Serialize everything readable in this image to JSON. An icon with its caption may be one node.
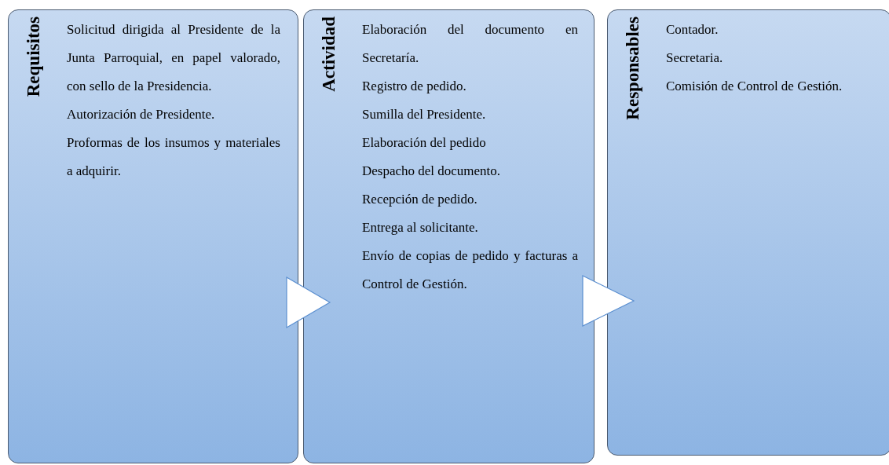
{
  "diagram": {
    "nodes": [
      {
        "text": [
          "Requisitos",
          "Solicitud dirigida al Presidente de la Junta Parroquial, en papel valorado, con sello de la Presidencia.",
          "Autorización de Presidente.",
          "Proformas de los insumos y materiales a adquirir."
        ]
      },
      {
        "text": [
          "Actividad",
          "Elaboración del documento en Secretaría.",
          "Registro de pedido.",
          "Sumilla del Presidente.",
          "Elaboración del pedido",
          "Despacho del documento.",
          "Recepción de pedido.",
          "Entrega al solicitante.",
          "Envío de copias de pedido y facturas a Control de Gestión."
        ]
      },
      {
        "text": [
          "Responsables",
          "Contador.",
          "Secretaria.",
          "Comisión de Control de Gestión."
        ]
      }
    ],
    "edges": [
      {
        "from": 0,
        "to": 1,
        "arrow": "to"
      },
      {
        "from": 1,
        "to": 2,
        "arrow": "to"
      }
    ]
  }
}
